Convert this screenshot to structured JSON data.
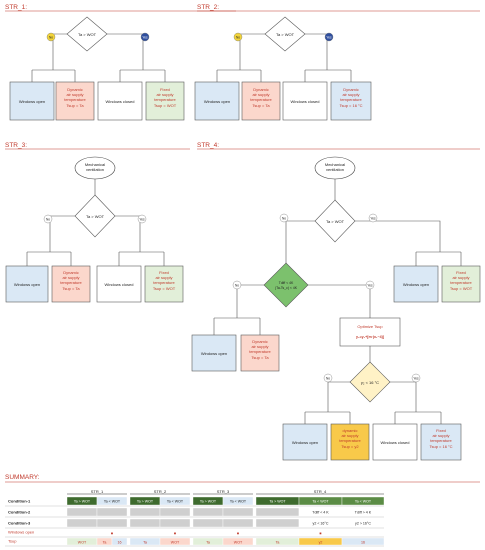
{
  "sections": {
    "str1": "STR_1:",
    "str2": "STR_2:",
    "str3": "STR_3:",
    "str4": "STR_4:",
    "summary": "SUMMARY:"
  },
  "labels": {
    "no": "No",
    "yes": "Yes",
    "cond_ta_wot": "Ta > WOT",
    "cond_tdiff_1": "Tdiff < 4K",
    "cond_tdiff_2": "(Ta-Ts_c) < 4K",
    "cond_y2": "y₂ < 16 °C",
    "mech_1": "Mechanical",
    "mech_2": "ventilation",
    "windows_open": "Windows open",
    "windows_closed": "Windows closed",
    "dyn_1": "Dynamic",
    "dyn_1_lower": "dynamic",
    "dyn_2": "air supply",
    "dyn_3": "temperature",
    "dyn_ta": "Tsup = Ta",
    "dyn_y2": "Tsup = y2",
    "fixed_1": "Fixed",
    "fixed_2": "air supply",
    "fixed_3": "temperature",
    "fixed_wot": "Tsup = WOT",
    "fixed_16": "Tsup = 16 °C",
    "opt_1": "Optimize Tsup",
    "opt_2": "y₂=y₁+[m·(x₁−4)]"
  },
  "summary": {
    "groups": [
      "STR_1",
      "STR_2",
      "STR_3",
      "STR_4"
    ],
    "row_labels": [
      "Condition-1",
      "Condition-2",
      "Condition-3",
      "Windows open",
      "Tsup"
    ],
    "condition1": [
      "Ta > WOT",
      "Ta < WOT",
      "Ta > WOT",
      "Ta < WOT",
      "Ta > WOT",
      "Ta < WOT",
      "Ta > WOT",
      "Ta < WOT",
      "Ta < WOT"
    ],
    "condition2": [
      "",
      "",
      "",
      "",
      "",
      "",
      "",
      "Tdiff < 4 K",
      "Tdiff > 4 K"
    ],
    "condition3": [
      "",
      "",
      "",
      "",
      "",
      "",
      "",
      "y2 < 16°C",
      "y2 > 16°C"
    ],
    "windows_open": [
      "",
      "■",
      "",
      "■",
      "",
      "■",
      "",
      "■",
      ""
    ],
    "tsup": [
      "WOT",
      "Ta",
      "16",
      "Ta",
      "WOT",
      "Ta",
      "WOT",
      "Ta",
      "y2",
      "16"
    ]
  },
  "colors": {
    "yellow_node": "#f2d43a",
    "blue_node": "#2f4f9f",
    "blue_box": "#dae8f5",
    "red_box": "#fbd7cc",
    "green_box": "#e2efd9",
    "yellow_box": "#fff2c6",
    "orange_box": "#f8c94a",
    "green_diamond": "#7cc16d",
    "dark_green": "#3e6b2e",
    "accent_red": "#c0392b"
  }
}
